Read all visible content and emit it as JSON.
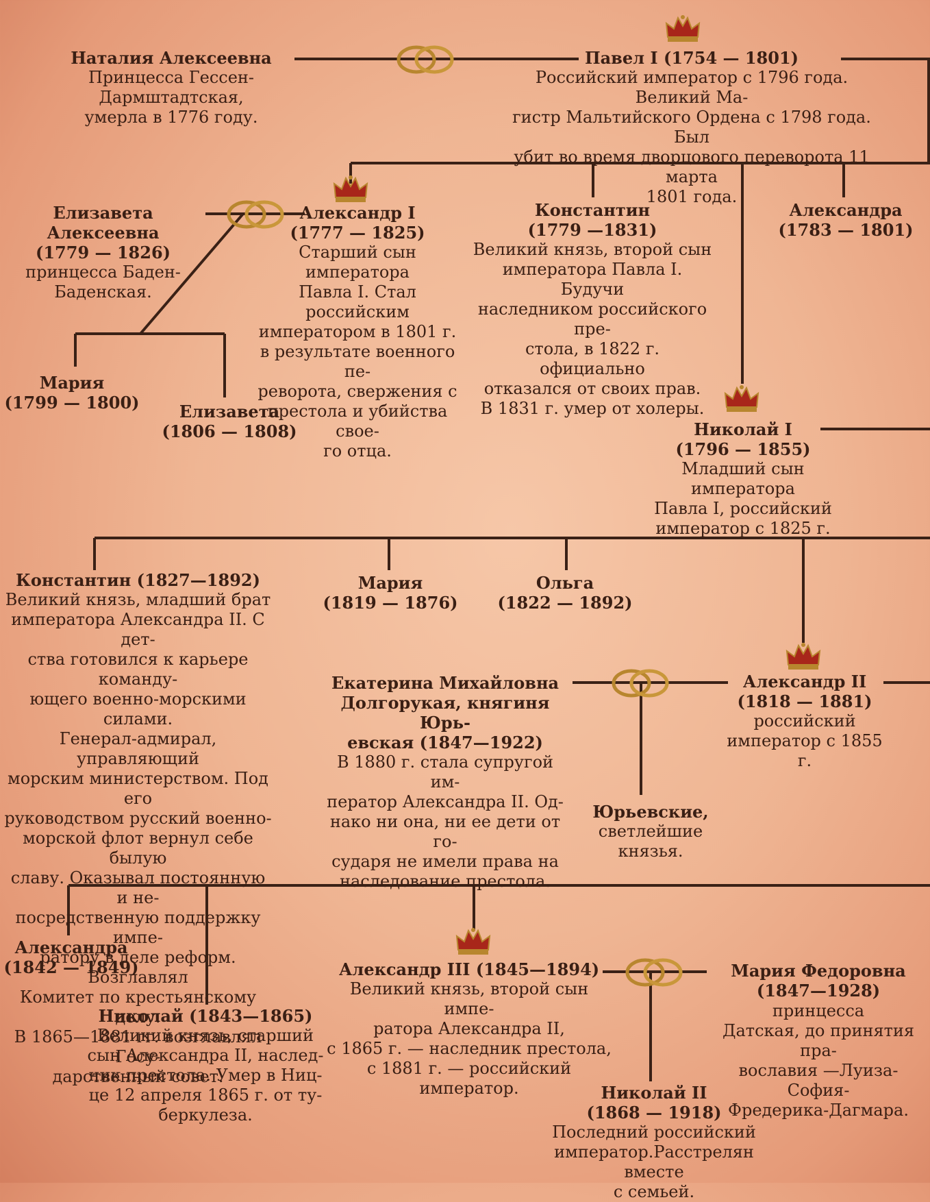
{
  "persons": {
    "natalia": {
      "name": "Наталия Алексеевна",
      "lines": [
        "Принцесса Гессен-Дармштадтская,",
        "умерла в 1776 году."
      ]
    },
    "pavel": {
      "name": "Павел I (1754 — 1801)",
      "lines": [
        "Российский император с 1796 года. Великий Ма-",
        "гистр Мальтийского Ордена с 1798 года. Был",
        "убит во время дворцового переворота 11 марта",
        "1801 года."
      ]
    },
    "elizaveta_alekseevna": {
      "name1": "Елизавета Алексеевна",
      "name2": "(1779 — 1826)",
      "lines": [
        "принцесса Баден-",
        "Баденская."
      ]
    },
    "alexander1": {
      "name1": "Александр I",
      "name2": "(1777 — 1825)",
      "lines": [
        "Старший сын императора",
        "Павла I. Стал российским",
        "императором в 1801 г.",
        "в результате военного пе-",
        "реворота, свержения с",
        "престола и убийства свое-",
        "го отца."
      ]
    },
    "konstantin1779": {
      "name1": "Константин",
      "name2": "(1779 —1831)",
      "lines": [
        "Великий князь, второй сын",
        "императора Павла I. Будучи",
        "наследником российского пре-",
        "стола, в 1822 г. официально",
        "отказался от своих прав.",
        "В 1831 г. умер от холеры."
      ]
    },
    "alexandra1783": {
      "name1": "Александра",
      "name2": "(1783 — 1801)"
    },
    "maria1799": {
      "name1": "Мария",
      "name2": "(1799 — 1800)"
    },
    "elizaveta1806": {
      "name1": "Елизавета",
      "name2": "(1806 — 1808)"
    },
    "nikolai1": {
      "name1": "Николай I",
      "name2": "(1796 — 1855)",
      "lines": [
        "Младший сын императора",
        "Павла I, российский",
        "император с 1825 г."
      ]
    },
    "konstantin1827": {
      "name": "Константин (1827—1892)",
      "lines": [
        "Великий князь, младший брат",
        "императора Александра II. С дет-",
        "ства готовился к карьере команду-",
        "ющего военно-морскими силами.",
        "Генерал-адмирал, управляющий",
        "морским министерством. Под его",
        "руководством русский военно-",
        "морской флот вернул себе былую",
        "славу. Оказывал постоянную и не-",
        "посредственную поддержку импе-",
        "ратору в деле реформ. Возглавлял",
        "Комитет по крестьянскому делу.",
        "В 1865—1881 гг. возглавлял Госу-",
        "дарственный совет."
      ]
    },
    "maria1819": {
      "name1": "Мария",
      "name2": "(1819 — 1876)"
    },
    "olga1822": {
      "name1": "Ольга",
      "name2": "(1822 — 1892)"
    },
    "ekaterina": {
      "name1": "Екатерина Михайловна",
      "name2": "Долгорукая, княгиня Юрь-",
      "name3": "евская (1847—1922)",
      "lines": [
        "В 1880 г. стала супругой им-",
        "ператор Александра II. Од-",
        "нако ни она, ни ее дети от го-",
        "сударя не имели права на",
        "наследование престола."
      ]
    },
    "alexander2": {
      "name1": "Александр II",
      "name2": "(1818 — 1881)",
      "lines": [
        "российский",
        "император с 1855 г."
      ]
    },
    "yurievskie": {
      "name": "Юрьевские,",
      "lines": [
        "светлейшие князья."
      ]
    },
    "alexandra1842": {
      "name1": "Александра",
      "name2": "(1842 — 1849)"
    },
    "nikolai1843": {
      "name": "Николай (1843—1865)",
      "lines": [
        "Великий князь, старший",
        "сын Александра II, наслед-",
        "ник престола. Умер в Ниц-",
        "це 12 апреля 1865 г. от ту-",
        "беркулеза."
      ]
    },
    "alexander3": {
      "name": "Александр III (1845—1894)",
      "lines": [
        "Великий князь, второй сын импе-",
        "ратора Александра II,",
        "с 1865 г. — наследник престола,",
        "с 1881 г. — российский император."
      ]
    },
    "maria_fedorovna": {
      "name1": "Мария Федоровна",
      "name2": "(1847—1928)",
      "inline": " принцесса",
      "lines": [
        "Датская, до принятия пра-",
        "вославия —Луиза-София-",
        "Фредерика-Дагмара."
      ]
    },
    "nikolai2": {
      "name1": "Николай II",
      "name2": "(1868 — 1918)",
      "lines": [
        "Последний российский",
        "император.Расстрелян вместе",
        "с семьей."
      ]
    }
  },
  "icons": {
    "crown": "crown-icon",
    "rings": "wedding-rings-icon"
  },
  "colors": {
    "line": "#3a2116",
    "text": "#3a1f14",
    "gold": "#b8862e",
    "crown_red": "#a8261a"
  }
}
